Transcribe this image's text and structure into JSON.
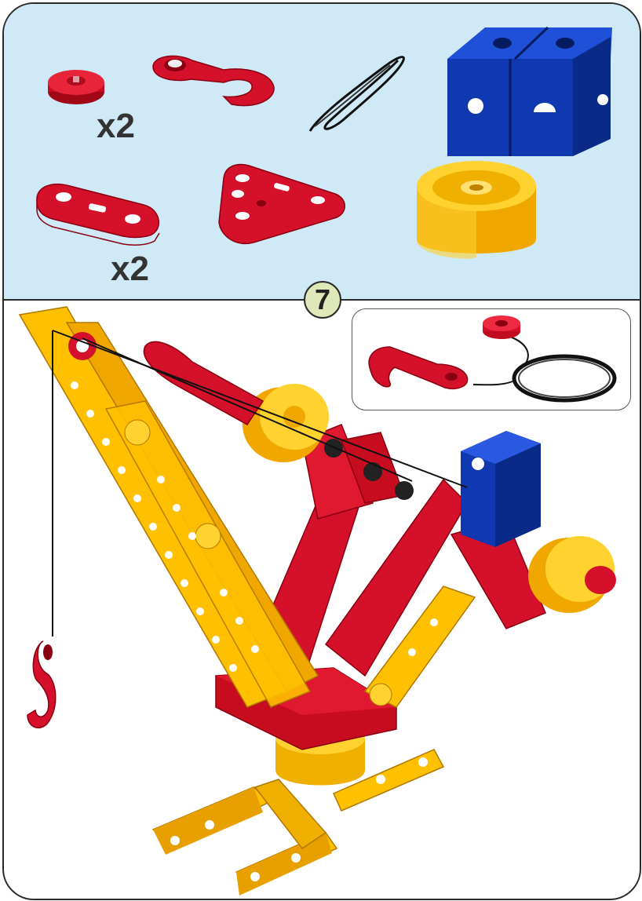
{
  "step": {
    "number": "7"
  },
  "parts": [
    {
      "name": "pulley-wheel",
      "quantity": "x2"
    },
    {
      "name": "crane-hook"
    },
    {
      "name": "cord"
    },
    {
      "name": "double-cube-block"
    },
    {
      "name": "oval-plate",
      "quantity": "x2"
    },
    {
      "name": "triangle-plate"
    },
    {
      "name": "yellow-wheel"
    }
  ],
  "colors": {
    "panel_background": "#cfe9f7",
    "part_red": "#d4102a",
    "part_yellow": "#ffc000",
    "part_blue": "#1040c0",
    "outline": "#2a2a2a"
  }
}
